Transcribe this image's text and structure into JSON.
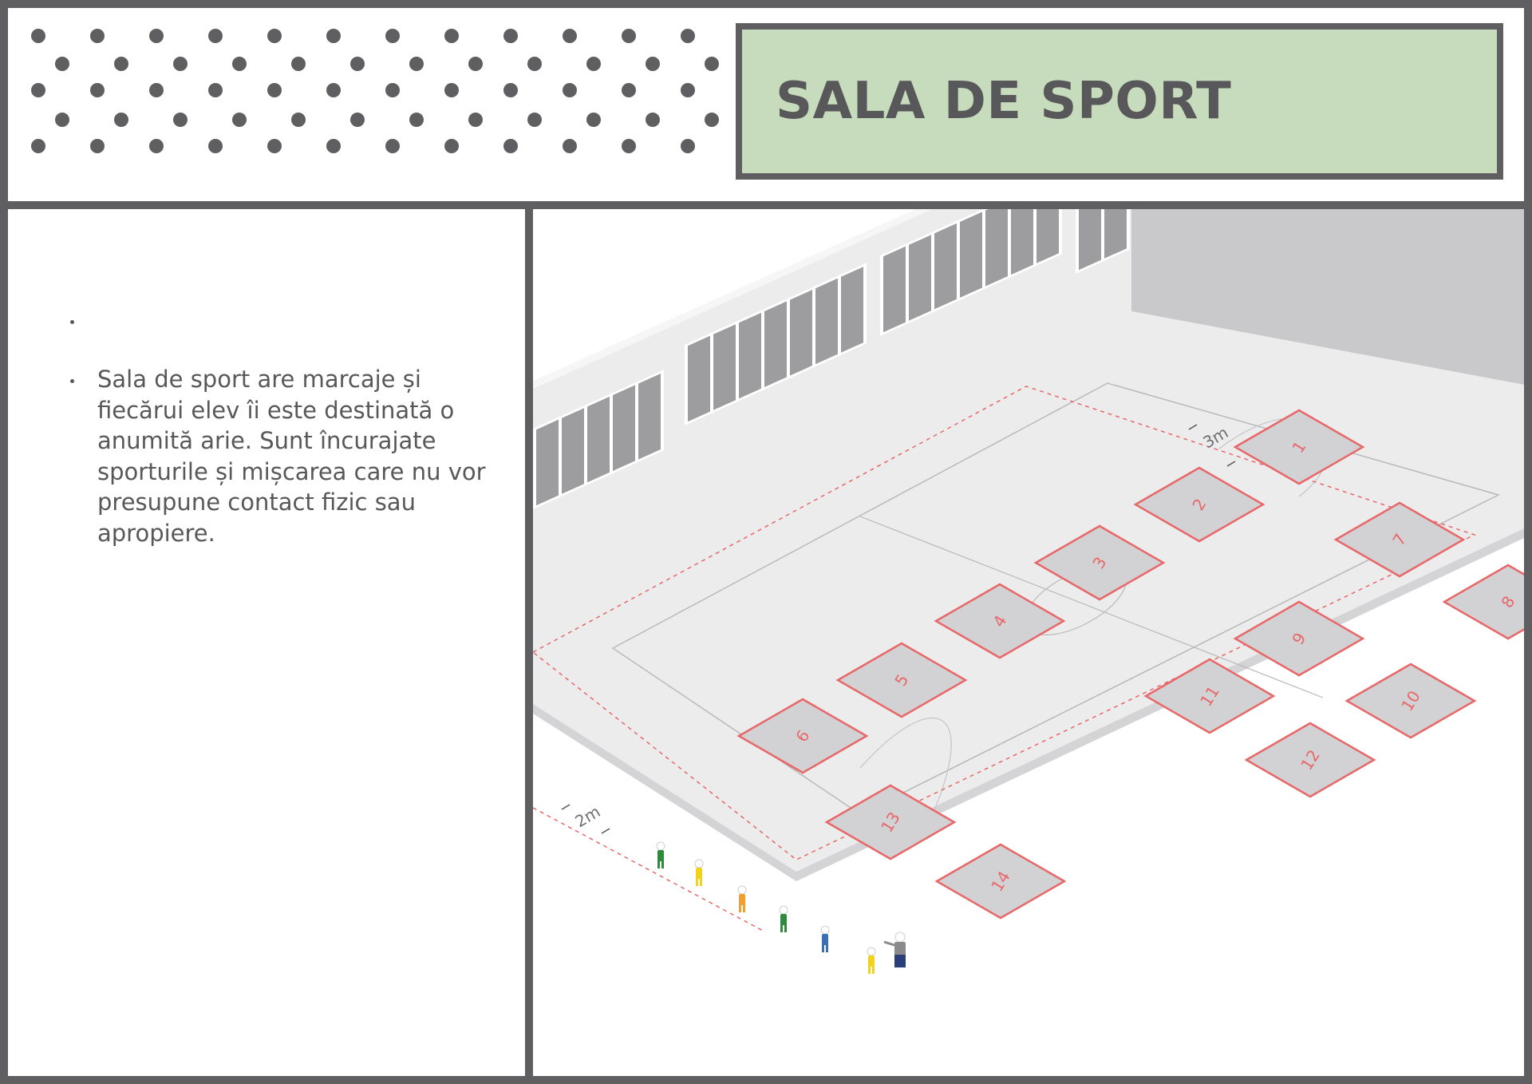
{
  "header": {
    "title": "SALA DE SPORT"
  },
  "content": {
    "bullets": [
      "",
      "Sala de sport are marcaje și fiecărui elev îi este destinată o anumită arie. Sunt încurajate sporturile și mișcarea care nu vor presupune contact fizic sau apropiere."
    ]
  },
  "illustration": {
    "areas": [
      "1",
      "2",
      "3",
      "4",
      "5",
      "6",
      "7",
      "8",
      "9",
      "10",
      "11",
      "12",
      "13",
      "14"
    ],
    "distance_labels": [
      "3m",
      "2m"
    ],
    "student_colors": [
      "#2e8b3e",
      "#f2d21b",
      "#f0a030",
      "#2e8b3e",
      "#3a6fb5",
      "#f2d21b"
    ]
  },
  "colors": {
    "frame": "#5f5f61",
    "title_bg": "#c7dbbd",
    "text": "#58585a",
    "marking": "#e8686a"
  }
}
